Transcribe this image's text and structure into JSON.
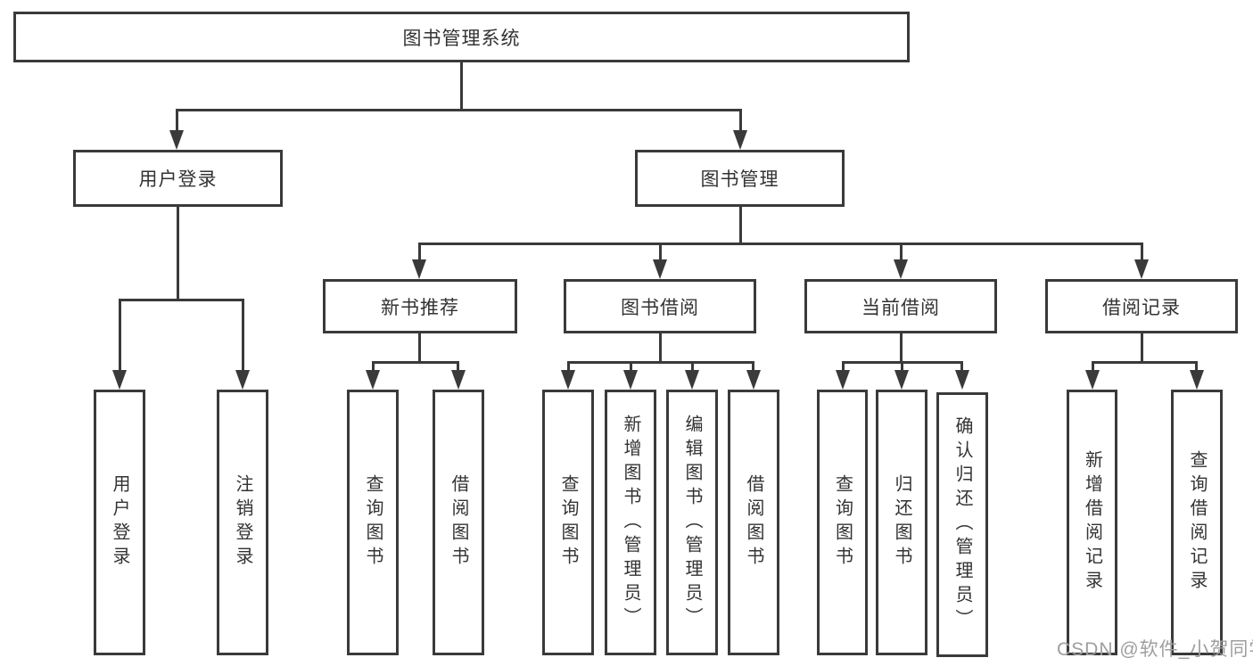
{
  "diagram": {
    "root": "图书管理系统",
    "level1": {
      "user_login": "用户登录",
      "book_mgmt": "图书管理"
    },
    "level2": {
      "new_books": "新书推荐",
      "book_borrow": "图书借阅",
      "current_borrow": "当前借阅",
      "borrow_records": "借阅记录"
    },
    "leaves": {
      "user_login_leaf": "用户登录",
      "logout": "注销登录",
      "nb_query_books": "查询图书",
      "nb_borrow_books": "借阅图书",
      "bb_query_books": "查询图书",
      "bb_add_books": "新增图书（管理员）",
      "bb_edit_books": "编辑图书（管理员）",
      "bb_borrow_books": "借阅图书",
      "cb_query_books": "查询图书",
      "cb_return_books": "归还图书",
      "cb_confirm_return": "确认归还（管理员）",
      "br_add_record": "新增借阅记录",
      "br_query_record": "查询借阅记录"
    }
  },
  "watermark": "CSDN @软件_小贺同学",
  "colors": {
    "line": "#3a3a3a",
    "text": "#333333",
    "watermark": "#9e9e9e"
  }
}
